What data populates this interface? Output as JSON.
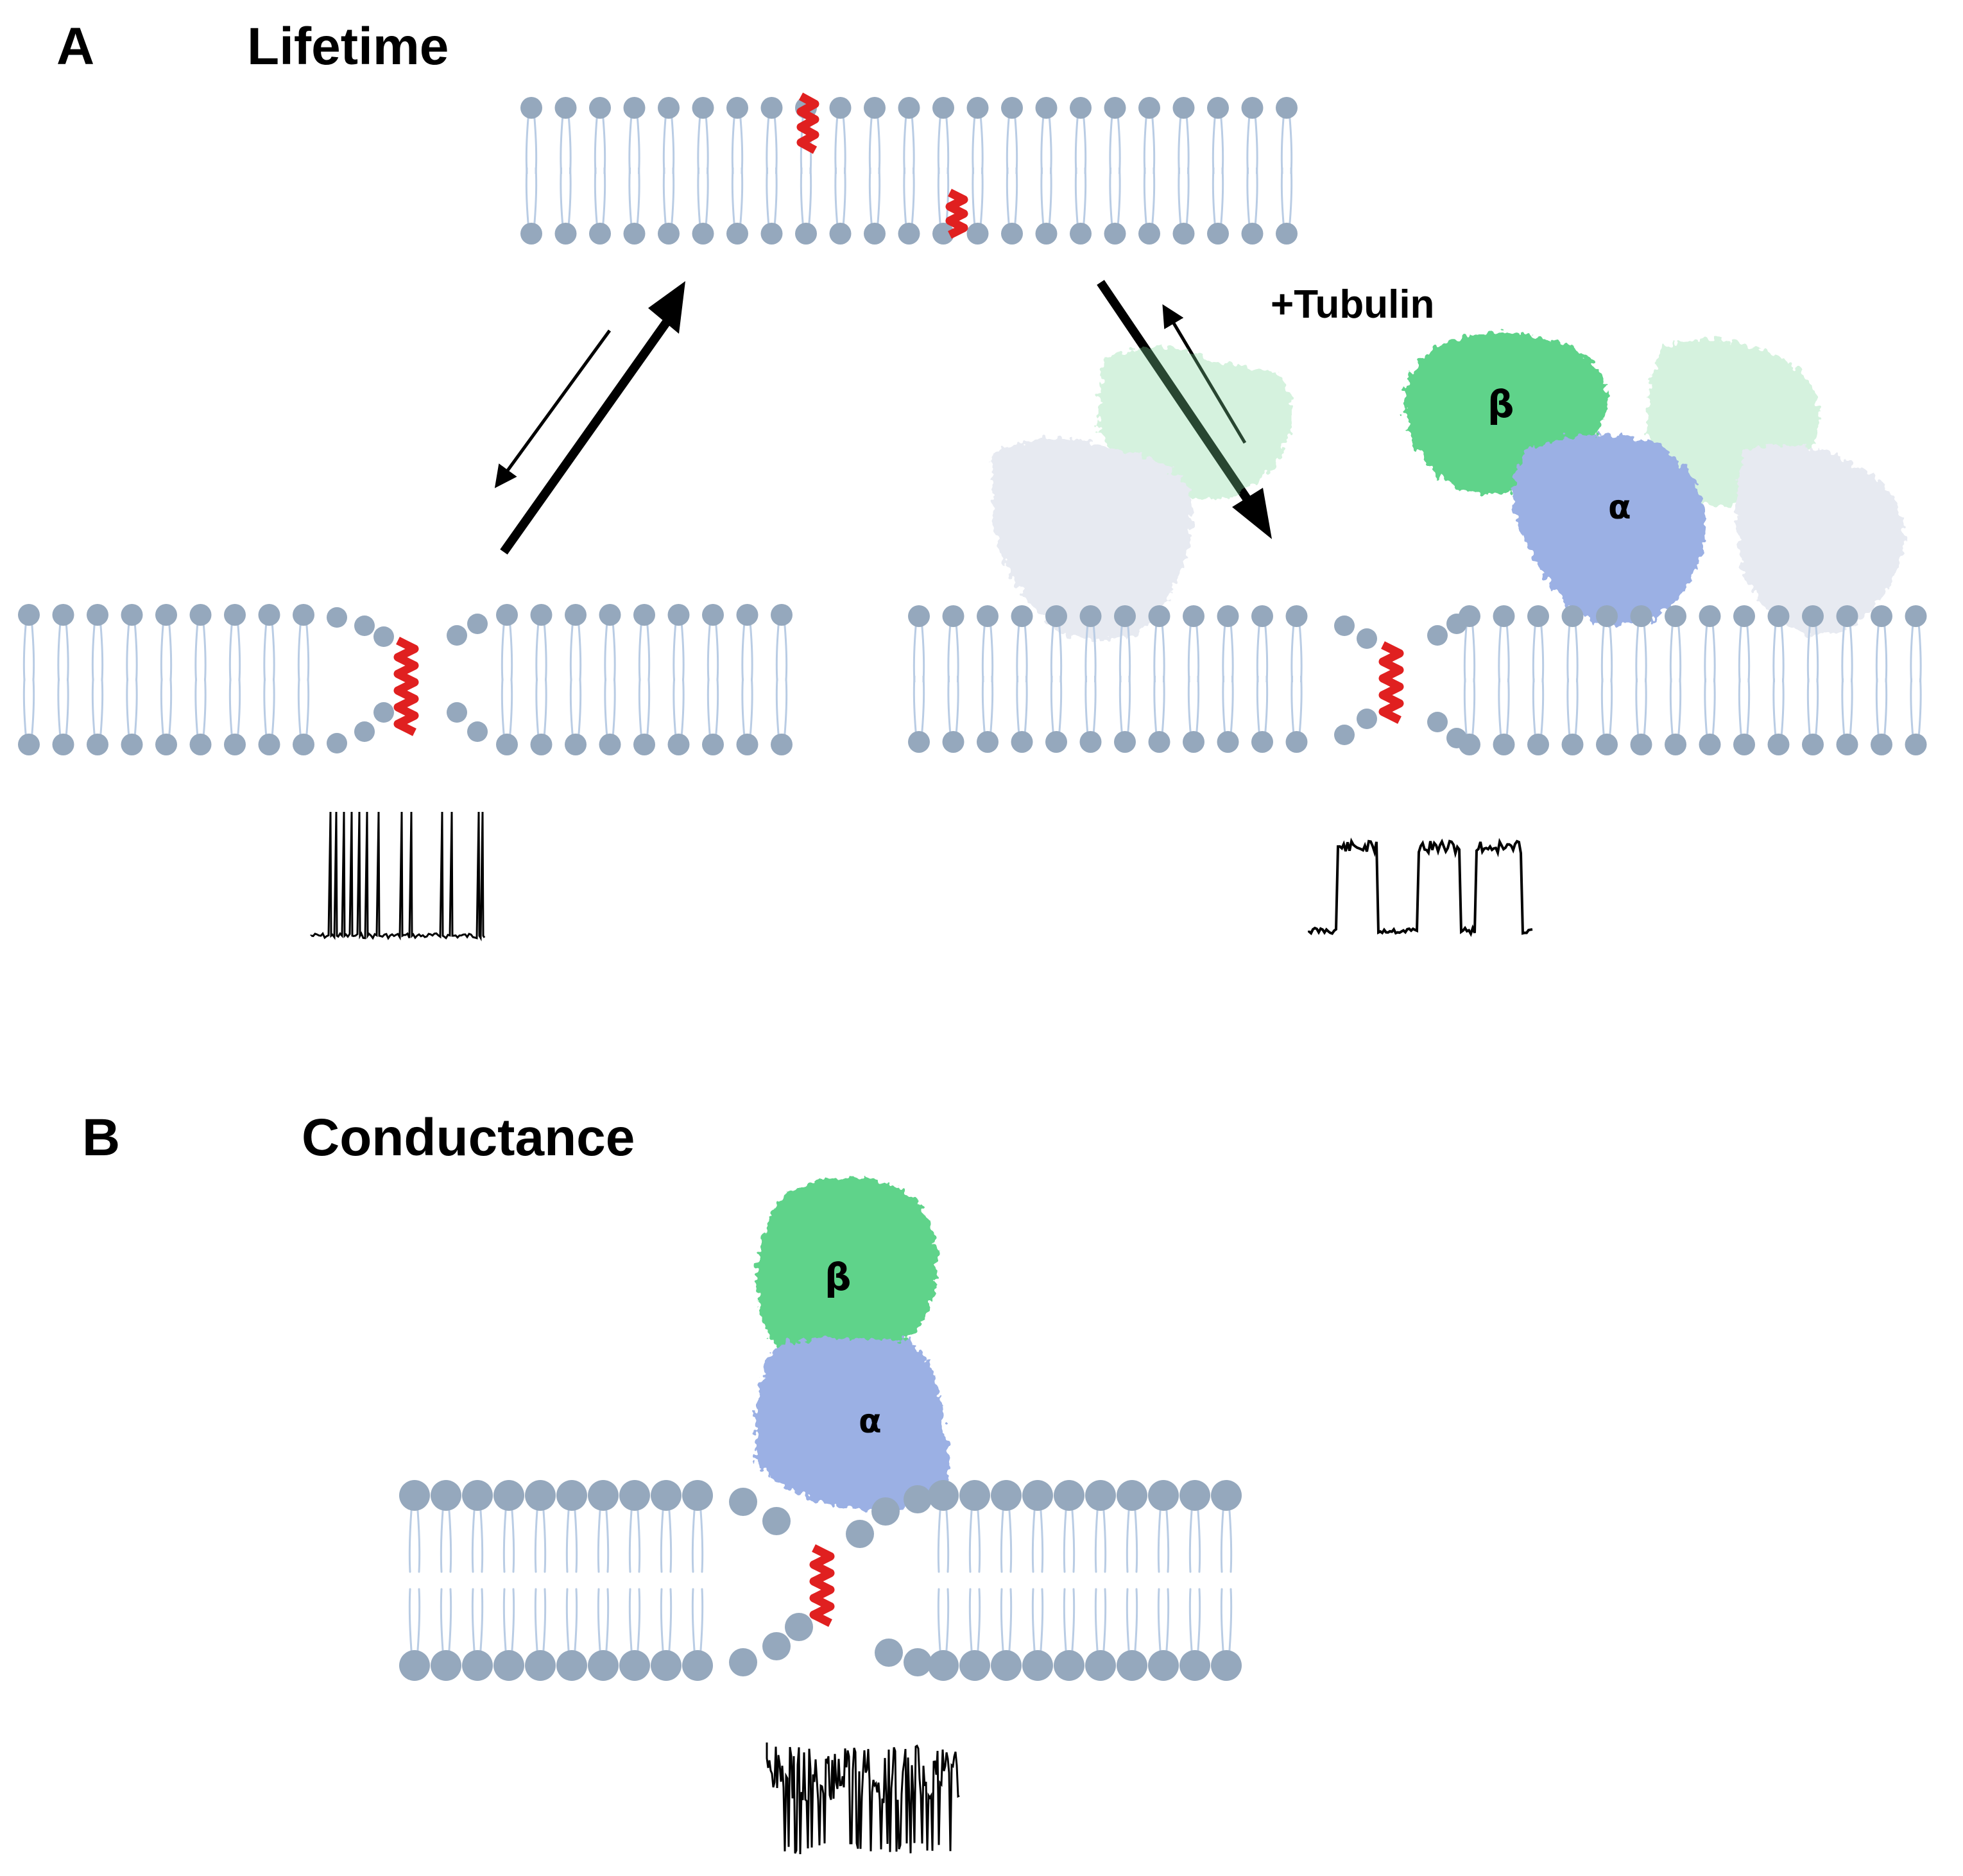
{
  "colors": {
    "lipid_head": "#95a8bd",
    "lipid_tail": "#b9cce4",
    "channel": "#e02020",
    "tubulin_beta": "#5fd38a",
    "tubulin_alpha": "#9bb0e4",
    "ink": "#000000"
  },
  "panel_a": {
    "letter": "A",
    "title": "Lifetime",
    "reagent_label": "+Tubulin",
    "beta_label": "β",
    "alpha_label": "α"
  },
  "panel_b": {
    "letter": "B",
    "title": "Conductance",
    "beta_label": "β",
    "alpha_label": "α"
  }
}
